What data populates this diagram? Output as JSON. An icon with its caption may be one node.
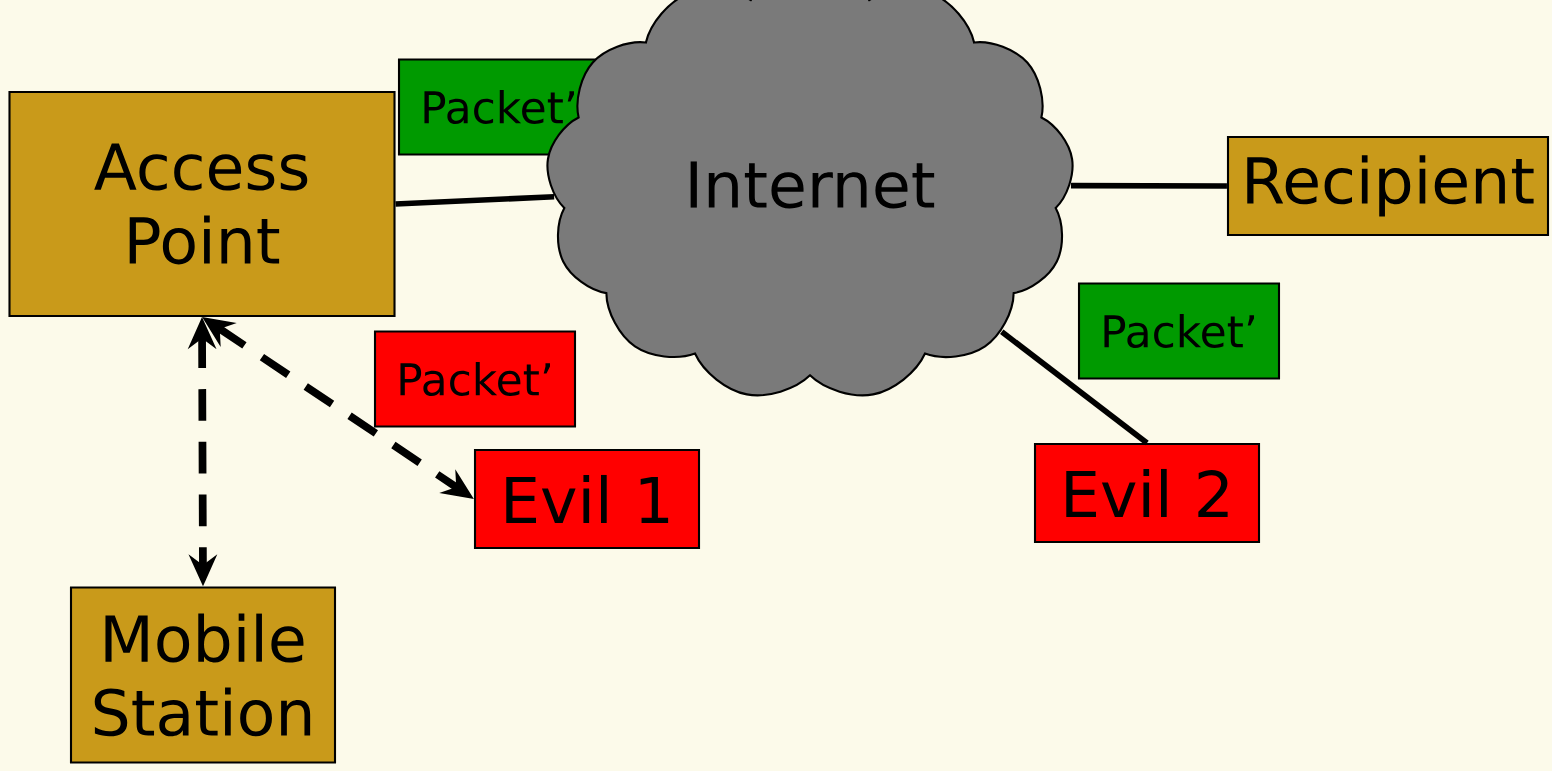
{
  "diagram": {
    "nodes": [
      {
        "text": [
          "Access Point"
        ]
      },
      {
        "text": [
          "Packet’"
        ]
      },
      {
        "text": [
          "Internet"
        ]
      },
      {
        "text": [
          "Recipient"
        ]
      },
      {
        "text": [
          "Packet’"
        ]
      },
      {
        "text": [
          "Packet’"
        ]
      },
      {
        "text": [
          "Evil 1"
        ]
      },
      {
        "text": [
          "Evil 2"
        ]
      },
      {
        "text": [
          "Mobile Station"
        ]
      }
    ],
    "edges": [
      {
        "from": 0,
        "to": 2,
        "arrow": "none"
      },
      {
        "from": 2,
        "to": 3,
        "arrow": "none"
      },
      {
        "from": 2,
        "to": 7,
        "arrow": "none"
      },
      {
        "from": 0,
        "to": 6,
        "arrow": "both",
        "style": "dashed"
      },
      {
        "from": 0,
        "to": 8,
        "arrow": "both",
        "style": "dashed"
      }
    ]
  }
}
